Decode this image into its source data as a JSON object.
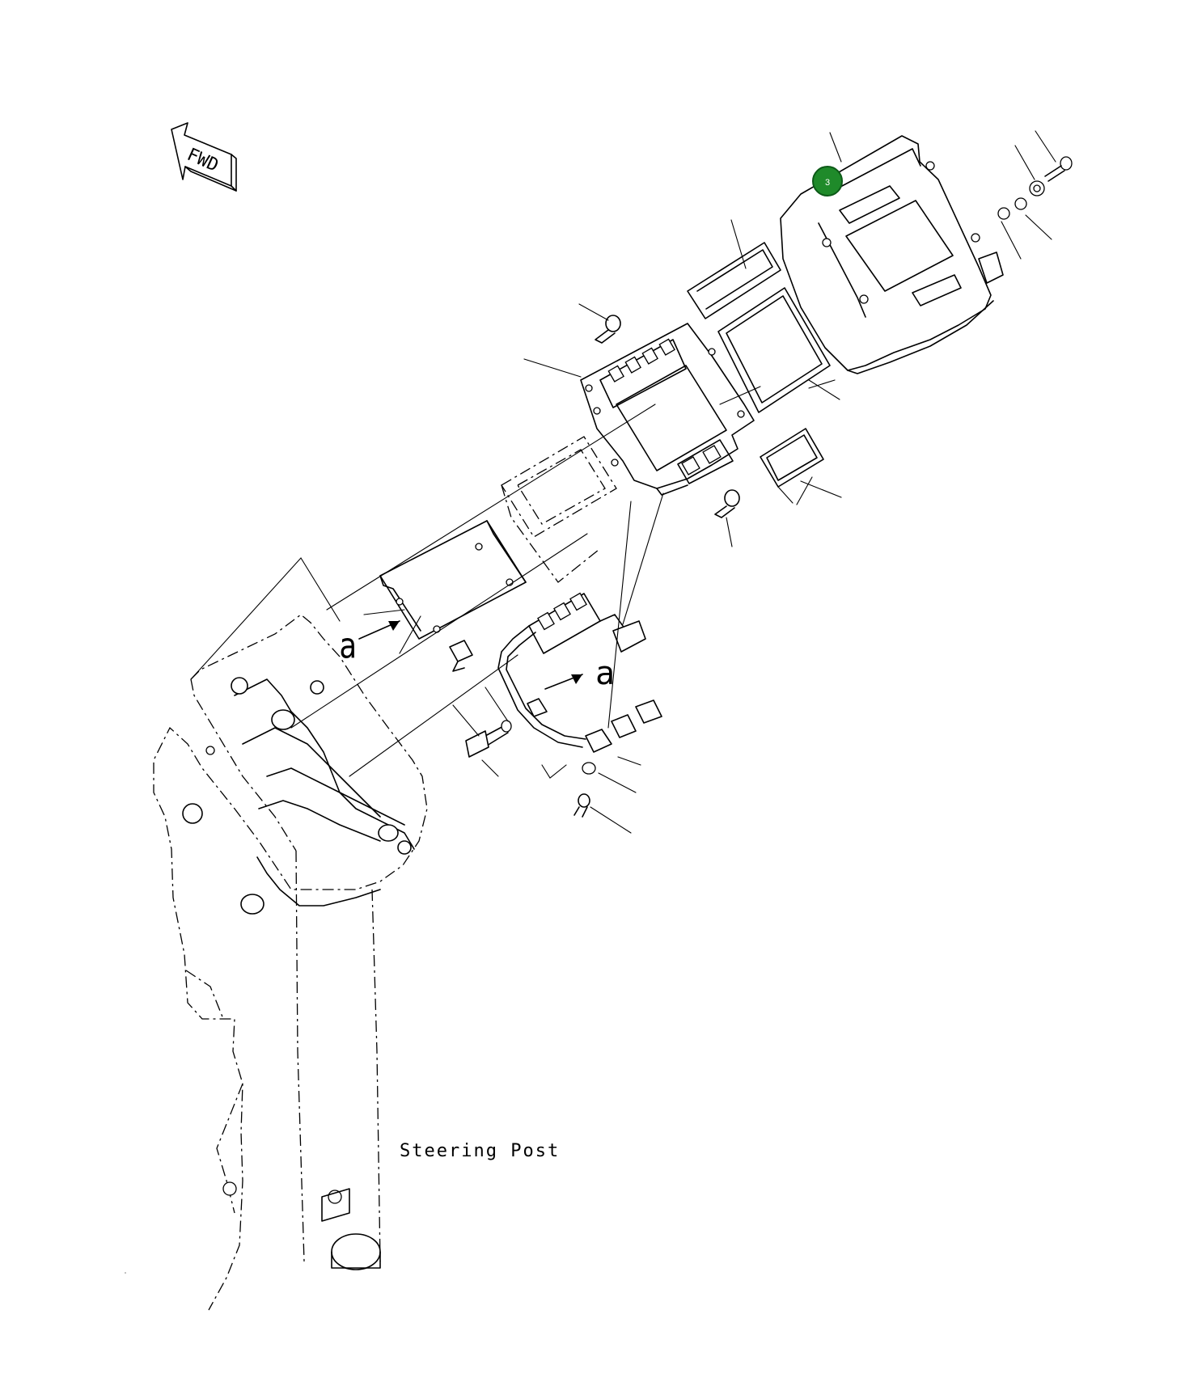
{
  "diagram": {
    "fwd_label": "FWD",
    "view_label_a_left": "a",
    "view_label_a_right": "a",
    "steering_post_label": "Steering Post",
    "callout_number": "3",
    "callout_color": "#1f8a2a"
  }
}
